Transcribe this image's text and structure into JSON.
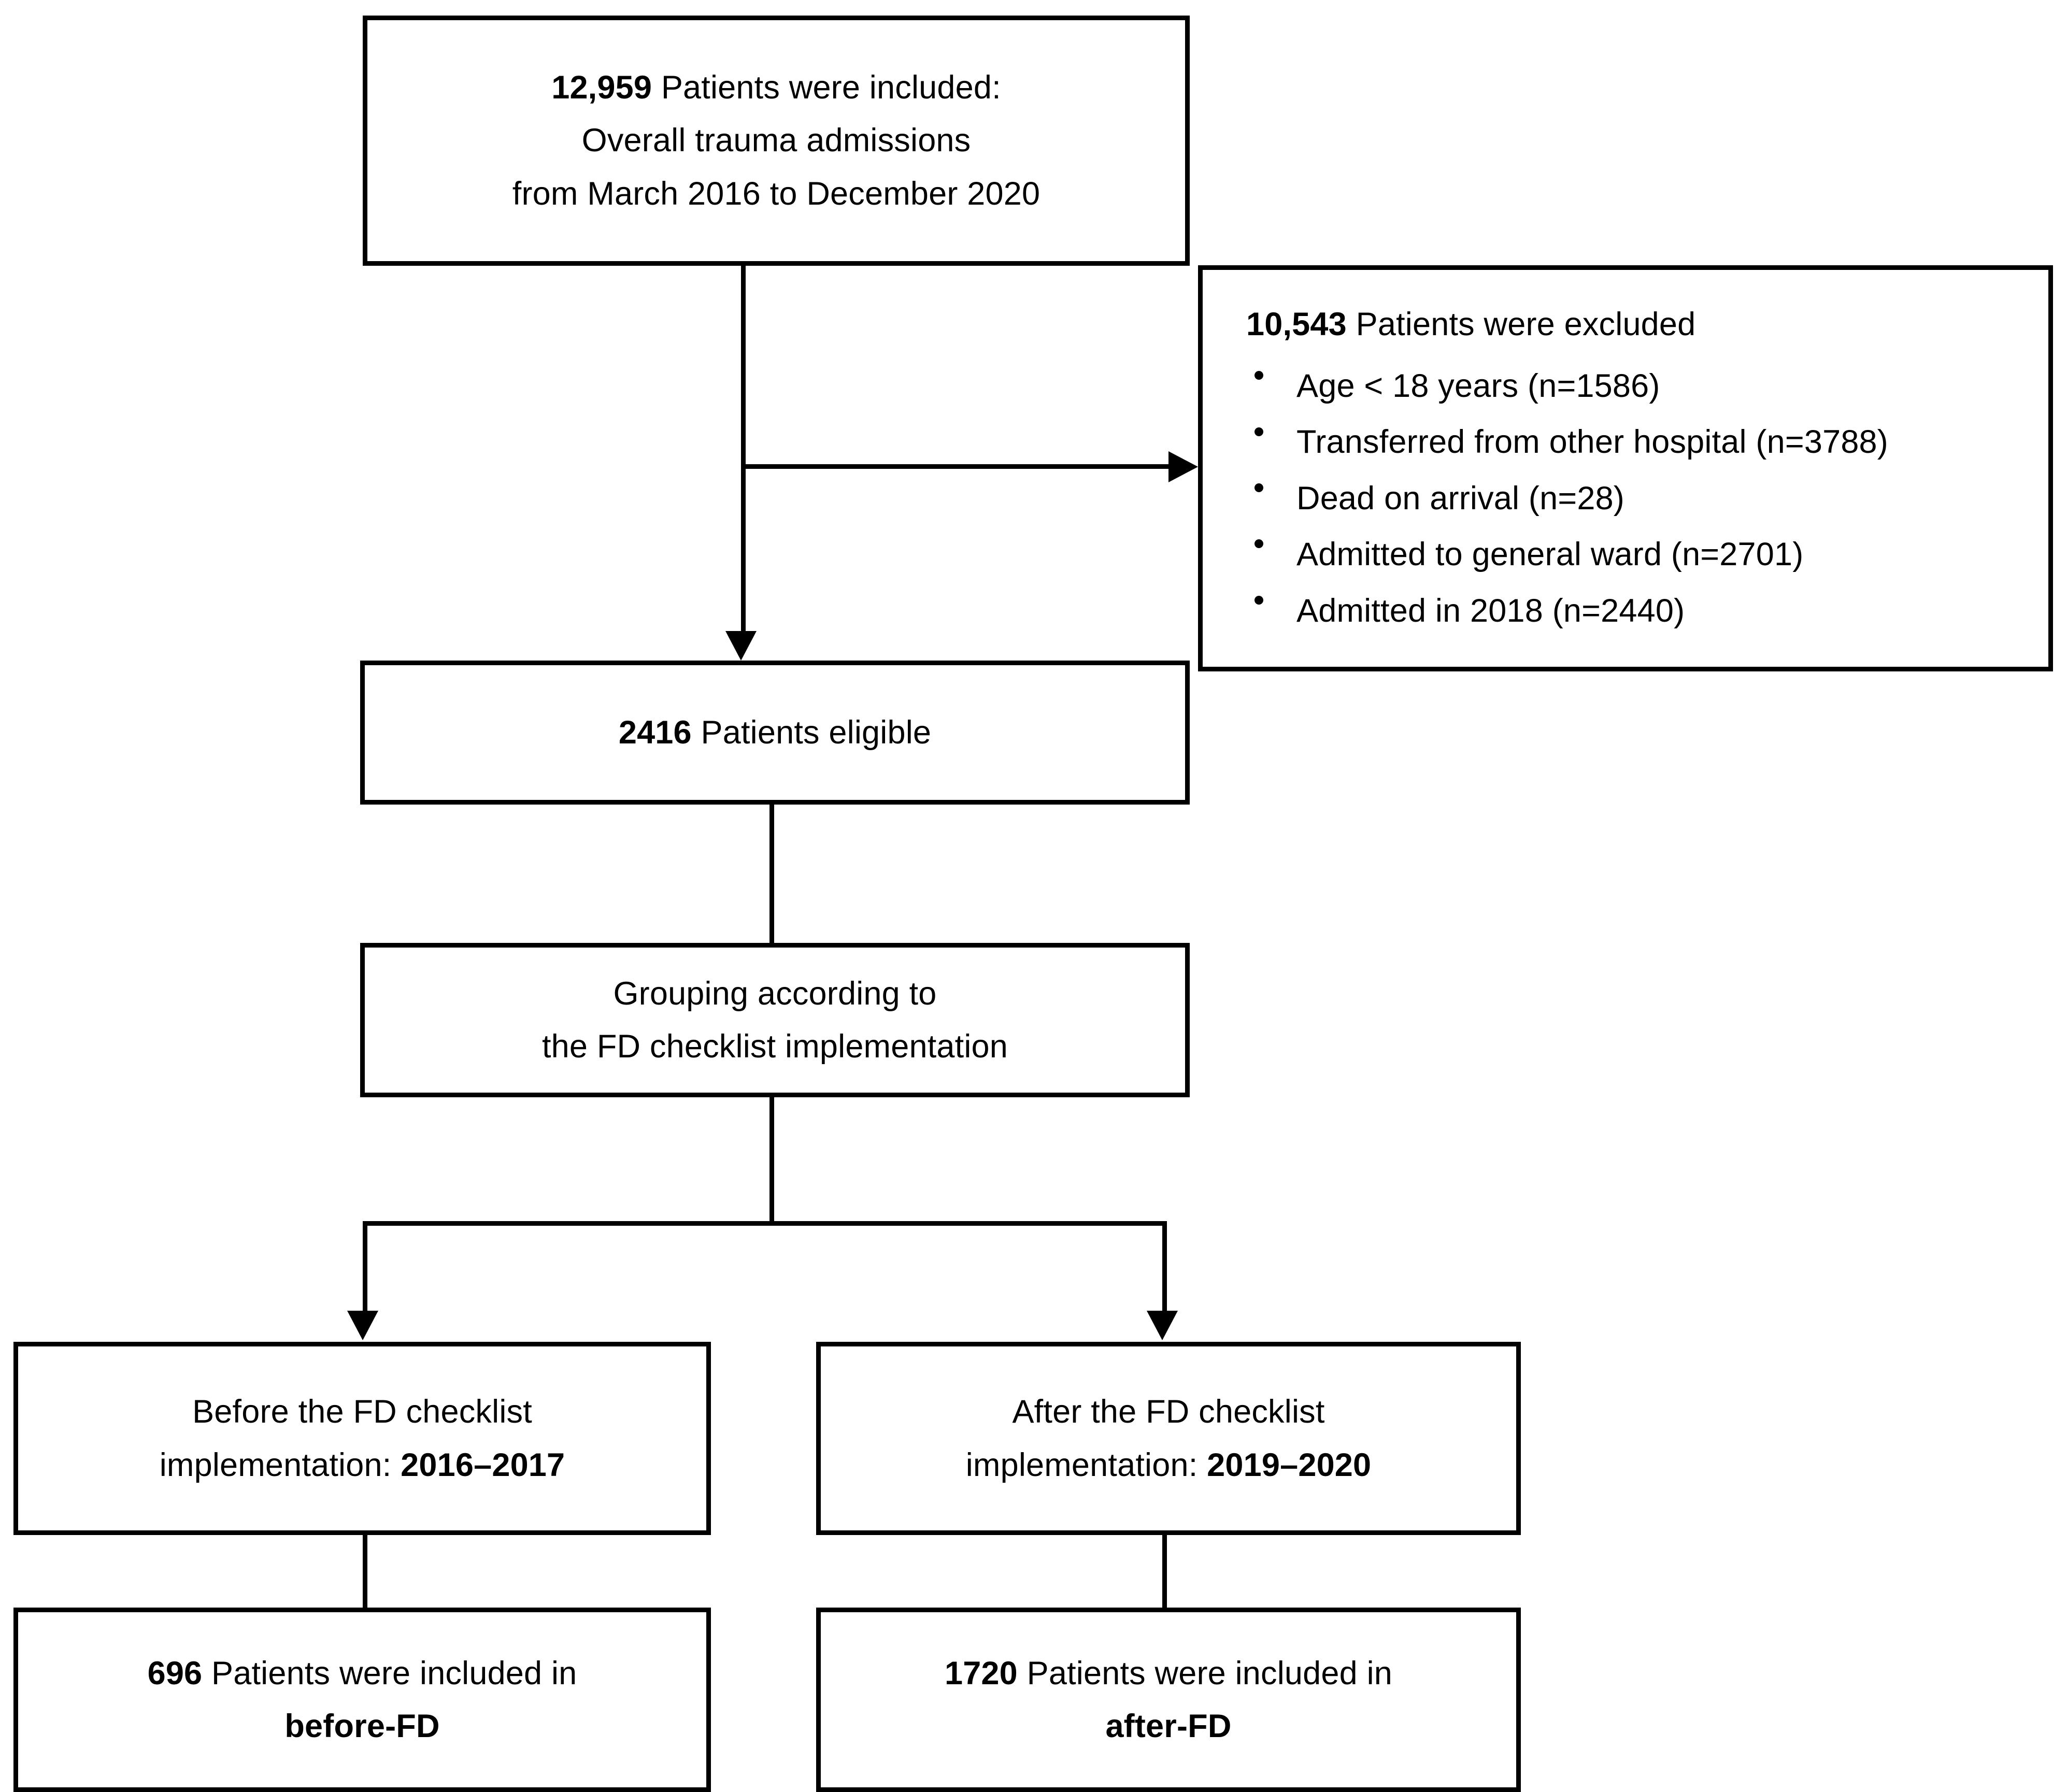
{
  "diagram": {
    "type": "patient-flow-diagram",
    "nodes": {
      "included": {
        "line1_bold": "12,959",
        "line1_rest": " Patients were included:",
        "line2": "Overall trauma admissions",
        "line3": "from March 2016 to December 2020"
      },
      "excluded": {
        "heading_bold": "10,543",
        "heading_rest": " Patients were excluded",
        "items": [
          "Age < 18 years (n=1586)",
          "Transferred from other hospital (n=3788)",
          "Dead on arrival (n=28)",
          "Admitted to general ward (n=2701)",
          "Admitted in 2018 (n=2440)"
        ]
      },
      "eligible": {
        "bold": "2416",
        "rest": " Patients eligible"
      },
      "grouping": {
        "line1": "Grouping according to",
        "line2": "the FD checklist implementation"
      },
      "before_group": {
        "line1": "Before the FD checklist",
        "line2_prefix": "implementation: ",
        "line2_bold": "2016–2017"
      },
      "after_group": {
        "line1": "After the FD checklist",
        "line2_prefix": "implementation: ",
        "line2_bold": "2019–2020"
      },
      "before_final": {
        "line1_bold": "696",
        "line1_rest": " Patients were included in",
        "line2_bold": "before-FD"
      },
      "after_final": {
        "line1_bold": "1720",
        "line1_rest": " Patients were included in",
        "line2_bold": "after-FD"
      }
    },
    "colors": {
      "stroke": "#000000",
      "fill": "#ffffff",
      "text": "#000000"
    }
  }
}
